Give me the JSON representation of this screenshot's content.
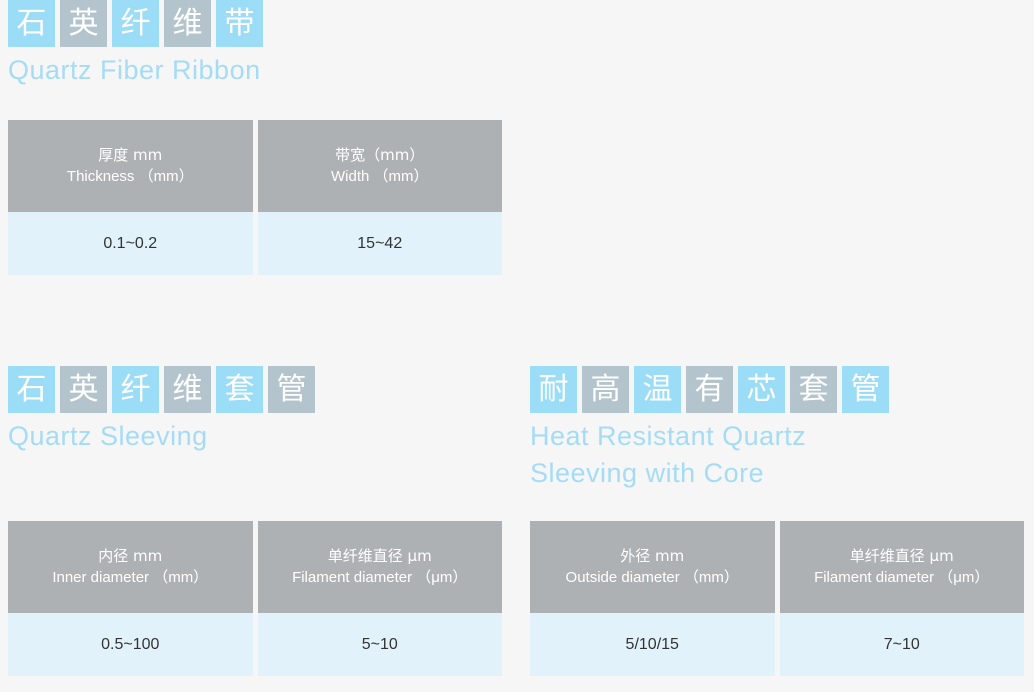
{
  "background_color": "#f6f6f6",
  "palette": {
    "tile_blue": "#9bdcf7",
    "tile_gray": "#b3c4cc",
    "subtitle_blue": "#a5dcf5",
    "header_gray": "#aeb1b4",
    "body_blue": "#e1f2fb",
    "body_text": "#333333"
  },
  "sections": [
    {
      "id": "quartz-fiber-ribbon",
      "title_chars": [
        "石",
        "英",
        "纤",
        "维",
        "带"
      ],
      "subtitle": "Quartz Fiber Ribbon",
      "table": {
        "columns": [
          {
            "header_cn": "厚度 mm",
            "header_en": "Thickness （mm）",
            "value": "0.1~0.2"
          },
          {
            "header_cn": "带宽（mm）",
            "header_en": "Width （mm）",
            "value": "15~42"
          }
        ]
      }
    },
    {
      "id": "quartz-sleeving",
      "title_chars": [
        "石",
        "英",
        "纤",
        "维",
        "套",
        "管"
      ],
      "subtitle": "Quartz Sleeving",
      "table": {
        "columns": [
          {
            "header_cn": "内径 mm",
            "header_en": "Inner diameter （mm）",
            "value": "0.5~100"
          },
          {
            "header_cn": "单纤维直径 μm",
            "header_en": "Filament diameter （μm）",
            "value": "5~10"
          }
        ]
      }
    },
    {
      "id": "heat-resistant-quartz-sleeving-with-core",
      "title_chars": [
        "耐",
        "高",
        "温",
        "有",
        "芯",
        "套",
        "管"
      ],
      "subtitle": "Heat Resistant Quartz\nSleeving with Core",
      "table": {
        "columns": [
          {
            "header_cn": "外径 mm",
            "header_en": "Outside diameter （mm）",
            "value": "5/10/15"
          },
          {
            "header_cn": "单纤维直径 μm",
            "header_en": "Filament diameter （μm）",
            "value": "7~10"
          }
        ]
      }
    }
  ]
}
